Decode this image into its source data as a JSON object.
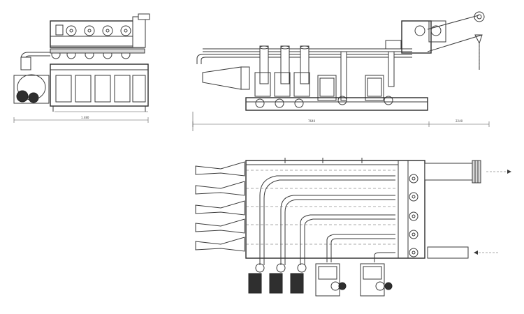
{
  "dimensions": {
    "front_view_total": "1.480",
    "side_view_main": "7640",
    "side_view_extra": "2240"
  },
  "colors": {
    "line": "#3a3a3a",
    "fill_dark": "#2f2f2f",
    "fill_grey": "#d8d8d8",
    "background": "#ffffff"
  },
  "flow_arrows": [
    "arrow-right-icon",
    "arrow-left-icon"
  ]
}
